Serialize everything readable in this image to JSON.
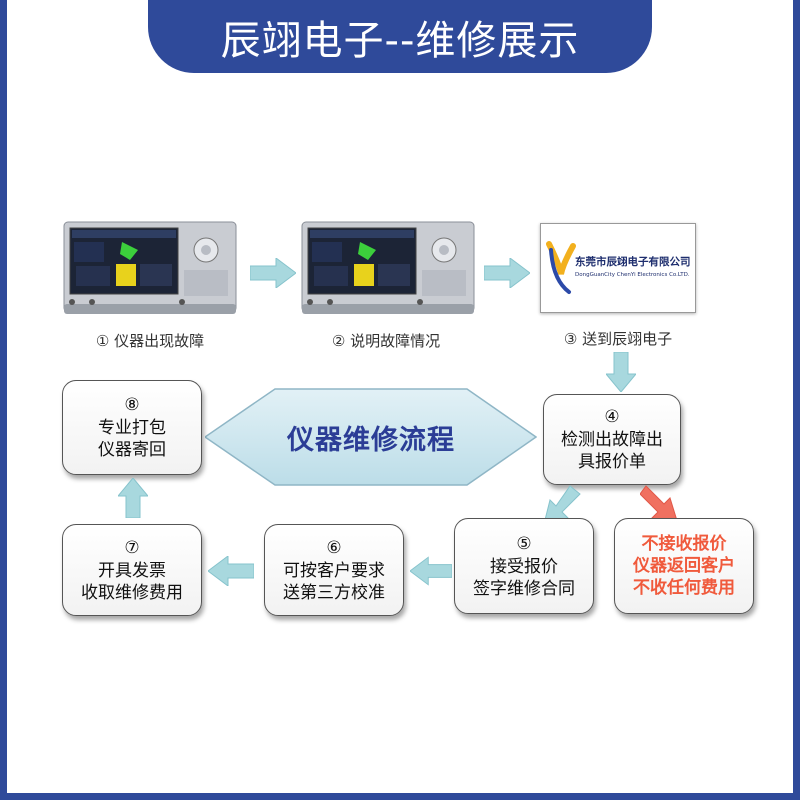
{
  "header": {
    "title": "辰翊电子--维修展示"
  },
  "steps_top": [
    {
      "label": "① 仪器出现故障",
      "image": "instrument-photo"
    },
    {
      "label": "② 说明故障情况",
      "image": "instrument-photo"
    },
    {
      "label": "③ 送到辰翊电子",
      "image": "company-logo"
    }
  ],
  "logo": {
    "name_cn": "东莞市辰翊电子有限公司",
    "name_en": "DongGuanCity ChenYi Electronics Co.LTD."
  },
  "center_label": "仪器维修流程",
  "boxes": {
    "step4": {
      "num": "④",
      "line1": "检测出故障出",
      "line2": "具报价单"
    },
    "step5": {
      "num": "⑤",
      "line1": "接受报价",
      "line2": "签字维修合同"
    },
    "step6": {
      "num": "⑥",
      "line1": "可按客户要求",
      "line2": "送第三方校准"
    },
    "step7": {
      "num": "⑦",
      "line1": "开具发票",
      "line2": "收取维修费用"
    },
    "step8": {
      "num": "⑧",
      "line1": "专业打包",
      "line2": "仪器寄回"
    },
    "reject": {
      "line1": "不接收报价",
      "line2": "仪器返回客户",
      "line3": "不收任何费用"
    }
  },
  "colors": {
    "frame": "#2f4a9a",
    "arrow": "#a8d8de",
    "reject_arrow": "#f07060",
    "reject_text": "#f05a3c",
    "hexagon": "#cfe6ee",
    "center_text": "#2b3d96"
  }
}
